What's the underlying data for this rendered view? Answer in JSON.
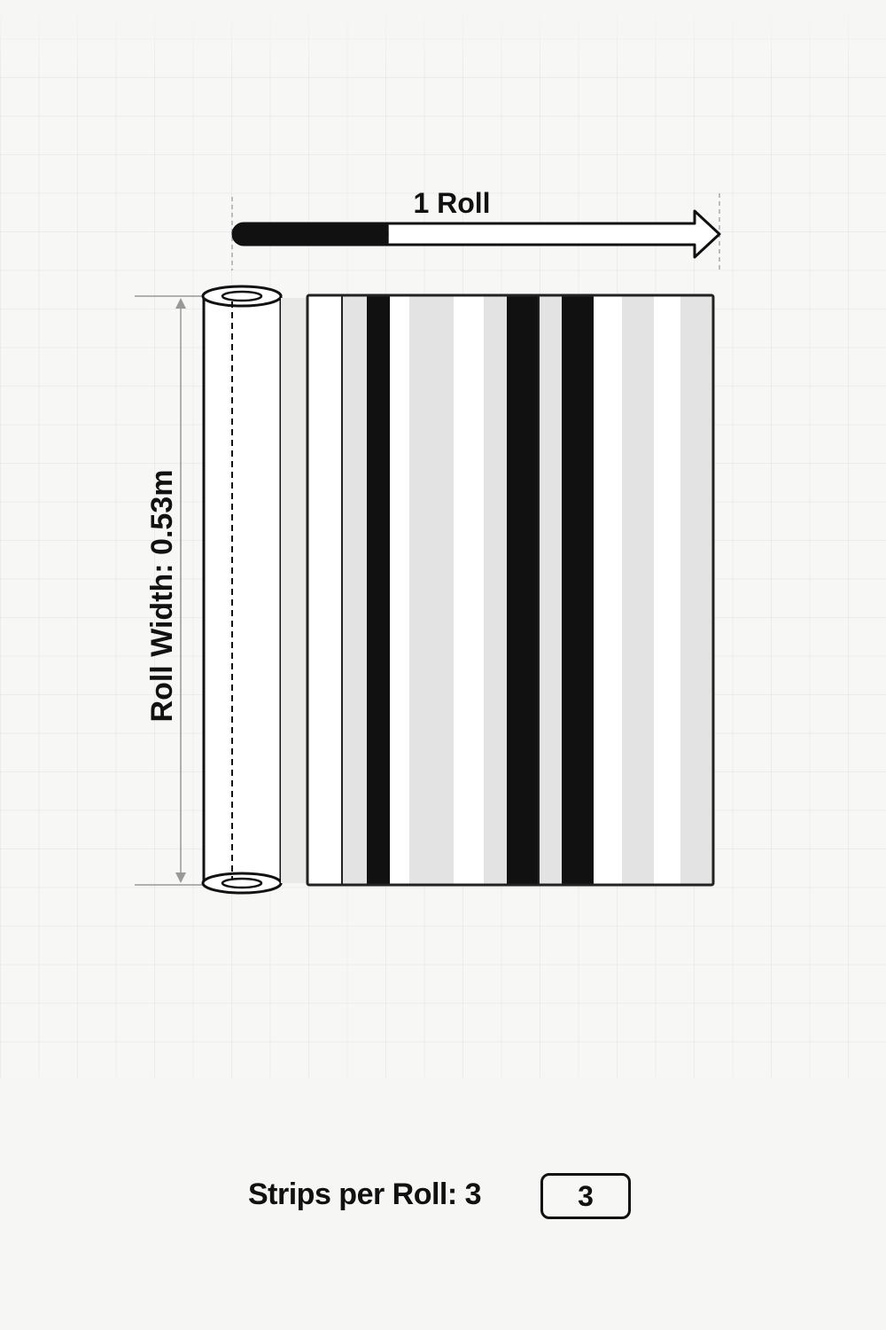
{
  "diagram": {
    "roll_length_label": "1 Roll",
    "roll_width_label": "Roll Width: 0.53m",
    "strips_per_roll_label": "Strips per Roll: 3",
    "strips_per_roll_value": "3",
    "roll_progress_fraction": 0.32,
    "stripe_pattern": [
      "white",
      "light-gray",
      "black",
      "white",
      "light-gray",
      "white",
      "light-gray",
      "black",
      "light-gray",
      "black",
      "white",
      "light-gray",
      "white",
      "light-gray"
    ]
  },
  "colors": {
    "black": "#111111",
    "light_gray": "#e3e3e3",
    "white": "#ffffff",
    "outline": "#222222",
    "dimension_gray": "#999999",
    "background": "#f7f7f5"
  }
}
